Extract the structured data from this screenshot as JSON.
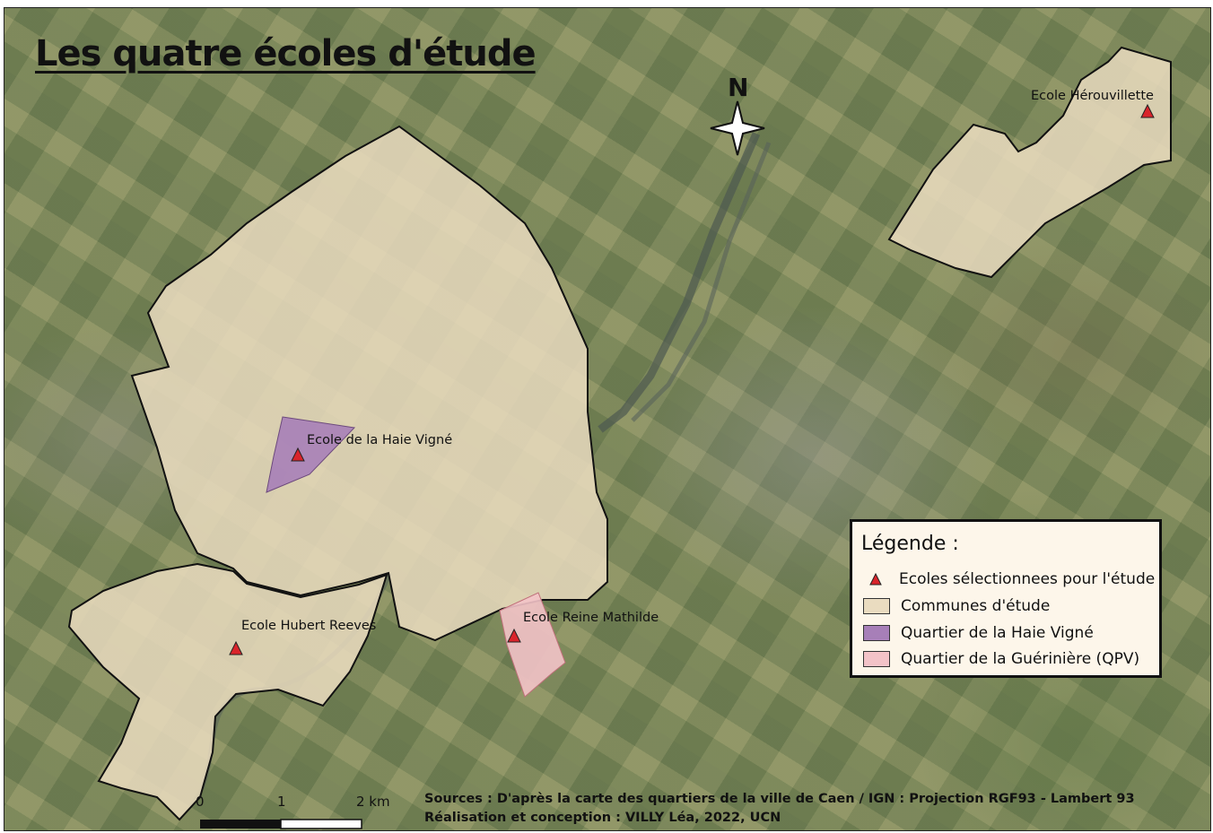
{
  "title": "Les quatre écoles d'étude",
  "north_arrow": {
    "letter": "N",
    "icon": "compass-star-icon"
  },
  "schools": [
    {
      "name": "Ecole Hérouvillette"
    },
    {
      "name": "Ecole de la Haie Vigné"
    },
    {
      "name": "Ecole Hubert Reeves"
    },
    {
      "name": "Ecole Reine Mathilde"
    }
  ],
  "legend": {
    "title": "Légende :",
    "items": [
      {
        "label": "Ecoles sélectionnees pour l'étude",
        "symbol": "triangle",
        "color": "#d9242b"
      },
      {
        "label": "Communes d'étude",
        "symbol": "fill",
        "color": "#eadcc0"
      },
      {
        "label": "Quartier de la Haie Vigné",
        "symbol": "fill",
        "color": "#a77fb8"
      },
      {
        "label": "Quartier de la Guérinière (QPV)",
        "symbol": "fill",
        "color": "#f3c3c8"
      }
    ]
  },
  "scale_bar": {
    "ticks": [
      "0",
      "1",
      "2 km"
    ]
  },
  "sources": {
    "line1": "Sources : D'après la carte des quartiers de la ville de Caen / IGN : Projection RGF93 - Lambert 93",
    "line2": "Réalisation et conception : VILLY Léa, 2022, UCN"
  },
  "colors": {
    "commune_fill": "#eadcc0",
    "haie_vigne_fill": "#a77fb8",
    "gueriniere_fill": "#f3c3c8",
    "school_marker": "#d9242b",
    "outline": "#111111"
  }
}
